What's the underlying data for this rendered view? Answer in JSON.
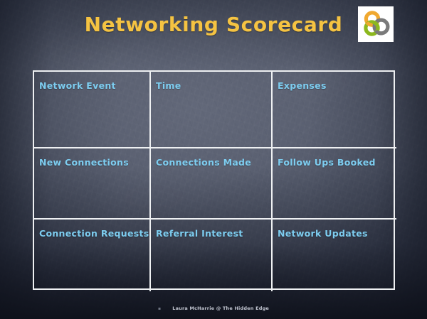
{
  "slide": {
    "title": "Networking Scorecard",
    "title_color": "#F5C342",
    "label_color": "#7DCDF0",
    "board_color": "#5A6071",
    "border_color": "#EEF0F2"
  },
  "logo": {
    "name": "interlocking-rings-logo",
    "ring_colors": {
      "orange": "#F0A830",
      "green": "#8CB81E",
      "gray": "#7A7A7A"
    },
    "background": "#FFFFFF"
  },
  "table": {
    "rows": [
      {
        "cells": [
          {
            "label": "Network Event",
            "value": ""
          },
          {
            "label": "Time",
            "value": ""
          },
          {
            "label": "Expenses",
            "value": ""
          }
        ]
      },
      {
        "cells": [
          {
            "label": "New Connections",
            "value": ""
          },
          {
            "label": "Connections Made",
            "value": ""
          },
          {
            "label": "Follow Ups Booked",
            "value": ""
          }
        ]
      },
      {
        "cells": [
          {
            "label": "Connection Requests",
            "value": ""
          },
          {
            "label": "Referral Interest",
            "value": ""
          },
          {
            "label": "Network Updates",
            "value": ""
          }
        ]
      }
    ]
  },
  "footer": {
    "mark": "▪",
    "credit": "Laura McHarrie @ The Hidden Edge"
  }
}
